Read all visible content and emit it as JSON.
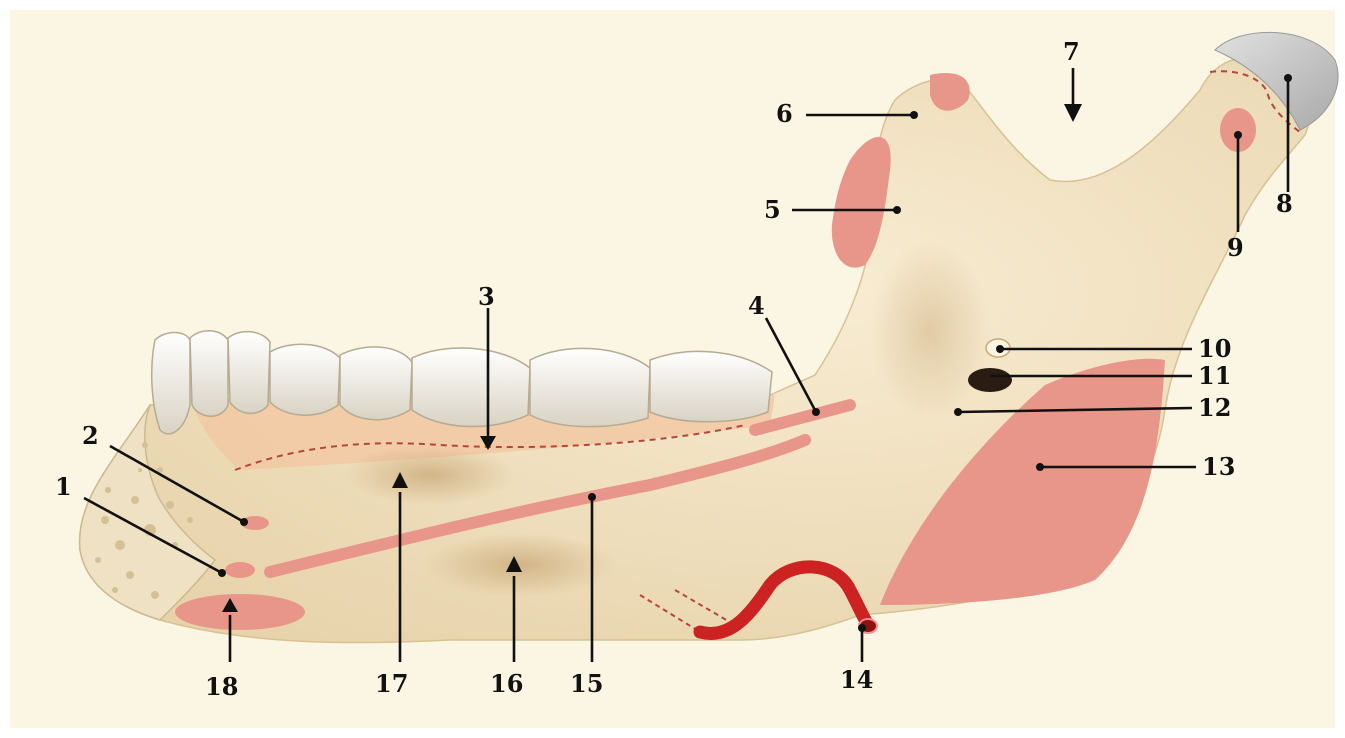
{
  "labels": {
    "l1": "1",
    "l2": "2",
    "l3": "3",
    "l4": "4",
    "l5": "5",
    "l6": "6",
    "l7": "7",
    "l8": "8",
    "l9": "9",
    "l10": "10",
    "l11": "11",
    "l12": "12",
    "l13": "13",
    "l14": "14",
    "l15": "15",
    "l16": "16",
    "l17": "17",
    "l18": "18"
  },
  "colors": {
    "background": "#fbf6e4",
    "bone": "#f2e3c3",
    "bone_shadow": "#dcc49a",
    "muscle_attachment": "#e8968a",
    "tooth": "#f1ede2",
    "articular_cartilage": "#c7c7c7",
    "artery": "#cc2222",
    "cancellous_bone": "#efe2c4"
  }
}
